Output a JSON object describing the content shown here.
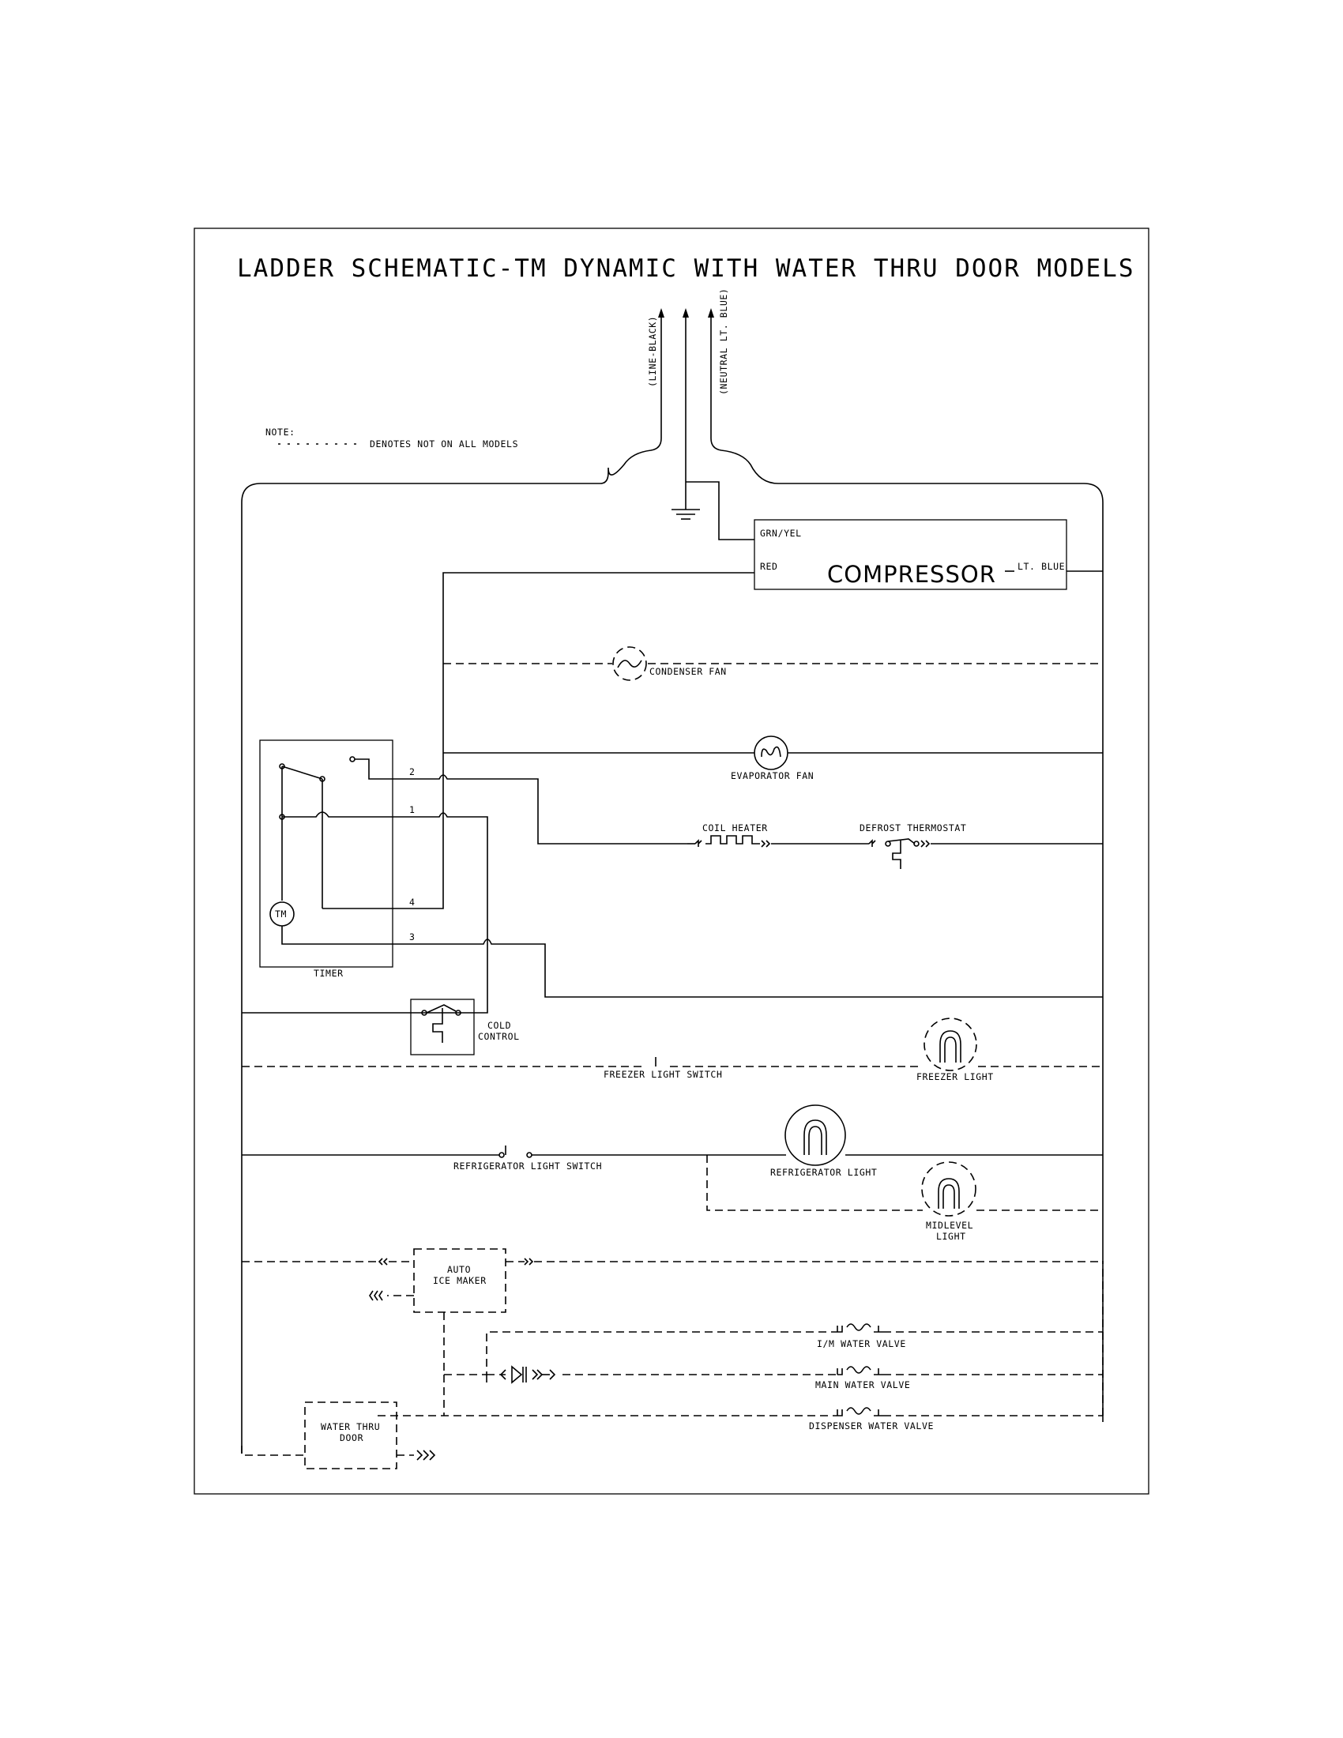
{
  "title": "LADDER SCHEMATIC-TM DYNAMIC WITH WATER THRU DOOR MODELS",
  "note": {
    "heading": "NOTE:",
    "legend": "DENOTES NOT ON ALL MODELS"
  },
  "supply": {
    "line": "(LINE-BLACK)",
    "neutral": "(NEUTRAL LT. BLUE)"
  },
  "compressor": {
    "name": "COMPRESSOR",
    "wire_ground": "GRN/YEL",
    "wire_red": "RED",
    "wire_blue": "LT. BLUE"
  },
  "components": {
    "condenser_fan": "CONDENSER FAN",
    "evaporator_fan": "EVAPORATOR FAN",
    "coil_heater": "COIL HEATER",
    "defrost_thermostat": "DEFROST THERMOSTAT",
    "timer": "TIMER",
    "timer_motor": "TM",
    "cold_control_1": "COLD",
    "cold_control_2": "CONTROL",
    "freezer_light_switch": "FREEZER LIGHT SWITCH",
    "freezer_light": "FREEZER LIGHT",
    "refrigerator_light_switch": "REFRIGERATOR LIGHT SWITCH",
    "refrigerator_light": "REFRIGERATOR LIGHT",
    "midlevel_light_1": "MIDLEVEL",
    "midlevel_light_2": "LIGHT",
    "auto_ice_maker_1": "AUTO",
    "auto_ice_maker_2": "ICE MAKER",
    "im_water_valve": "I/M WATER VALVE",
    "main_water_valve": "MAIN WATER VALVE",
    "dispenser_water_valve": "DISPENSER WATER VALVE",
    "water_thru_door_1": "WATER THRU",
    "water_thru_door_2": "DOOR"
  },
  "timer_terminals": [
    "2",
    "1",
    "4",
    "3"
  ]
}
